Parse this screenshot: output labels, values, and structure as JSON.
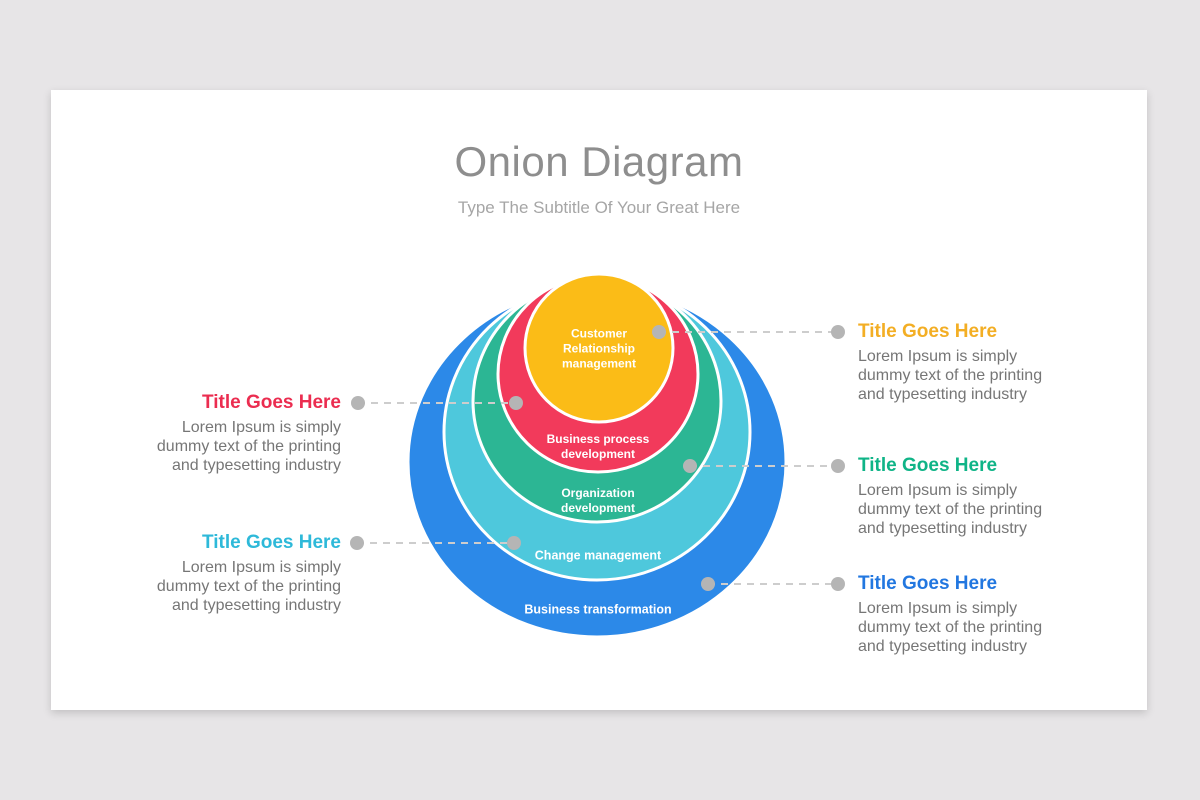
{
  "slide": {
    "title": "Onion Diagram",
    "subtitle": "Type The Subtitle Of Your Great Here",
    "title_color": "#8e8e8e",
    "subtitle_color": "#a6a6a6",
    "background": "#ffffff",
    "page_background": "#e7e5e7"
  },
  "onion": {
    "layers": [
      {
        "name": "Business transformation",
        "fill": "#2C89E8"
      },
      {
        "name": "Change management",
        "fill": "#4EC8DC"
      },
      {
        "name": "Organization development",
        "fill": "#2CB694"
      },
      {
        "name": "Business process development",
        "fill": "#F23A5B"
      },
      {
        "name": "Customer Relationship management",
        "fill": "#FBBC17"
      }
    ]
  },
  "callouts": [
    {
      "position": "left-top",
      "layer": "Business process development",
      "title": "Title Goes Here",
      "color": "#EB2D50",
      "body": "Lorem Ipsum is simply dummy text of the printing and typesetting industry"
    },
    {
      "position": "left-bottom",
      "layer": "Change management",
      "title": "Title Goes Here",
      "color": "#2EB9D9",
      "body": "Lorem Ipsum is simply dummy text of the printing and typesetting industry"
    },
    {
      "position": "right-top",
      "layer": "Customer Relationship management",
      "title": "Title Goes Here",
      "color": "#F3AE24",
      "body": "Lorem Ipsum is simply dummy text of the printing and typesetting industry"
    },
    {
      "position": "right-middle",
      "layer": "Organization development",
      "title": "Title Goes Here",
      "color": "#0FB487",
      "body": "Lorem Ipsum is simply dummy text of the printing and typesetting industry"
    },
    {
      "position": "right-bottom",
      "layer": "Business transformation",
      "title": "Title Goes Here",
      "color": "#2277E0",
      "body": "Lorem Ipsum is simply dummy text of the printing and typesetting industry"
    }
  ],
  "connectors": {
    "line_color": "#cdcdcd",
    "dot_color": "#b5b5b5"
  }
}
